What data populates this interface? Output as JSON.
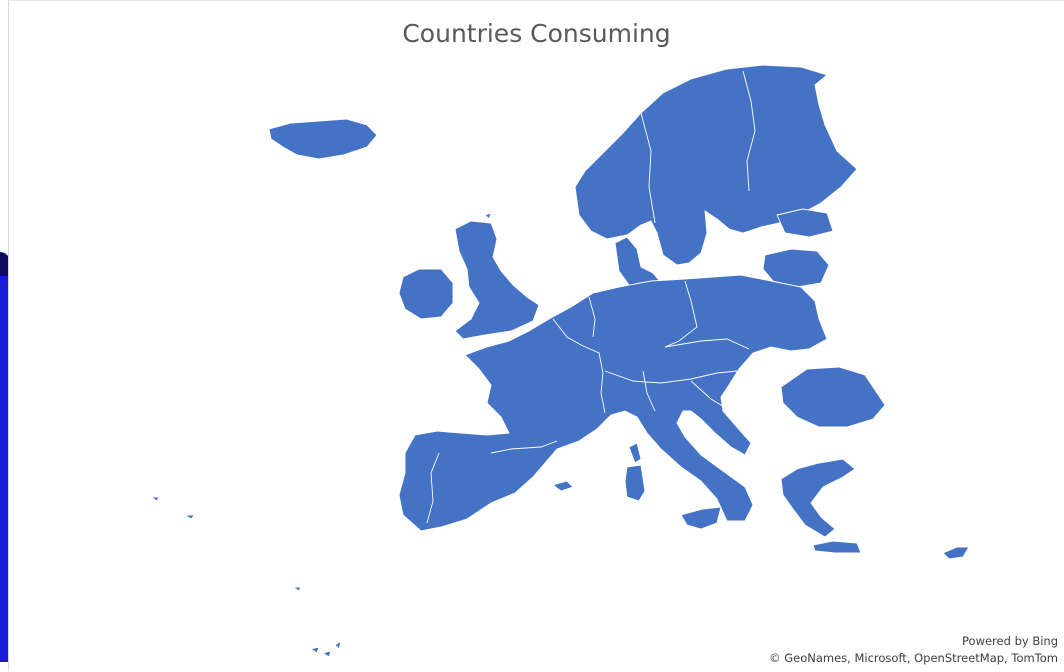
{
  "map": {
    "title": "Countries Consuming",
    "fill_color": "#4472C4",
    "border_color": "#ffffff",
    "attribution": {
      "powered_by": "Powered by Bing",
      "credit": "© GeoNames, Microsoft, OpenStreetMap, TomTom"
    }
  }
}
